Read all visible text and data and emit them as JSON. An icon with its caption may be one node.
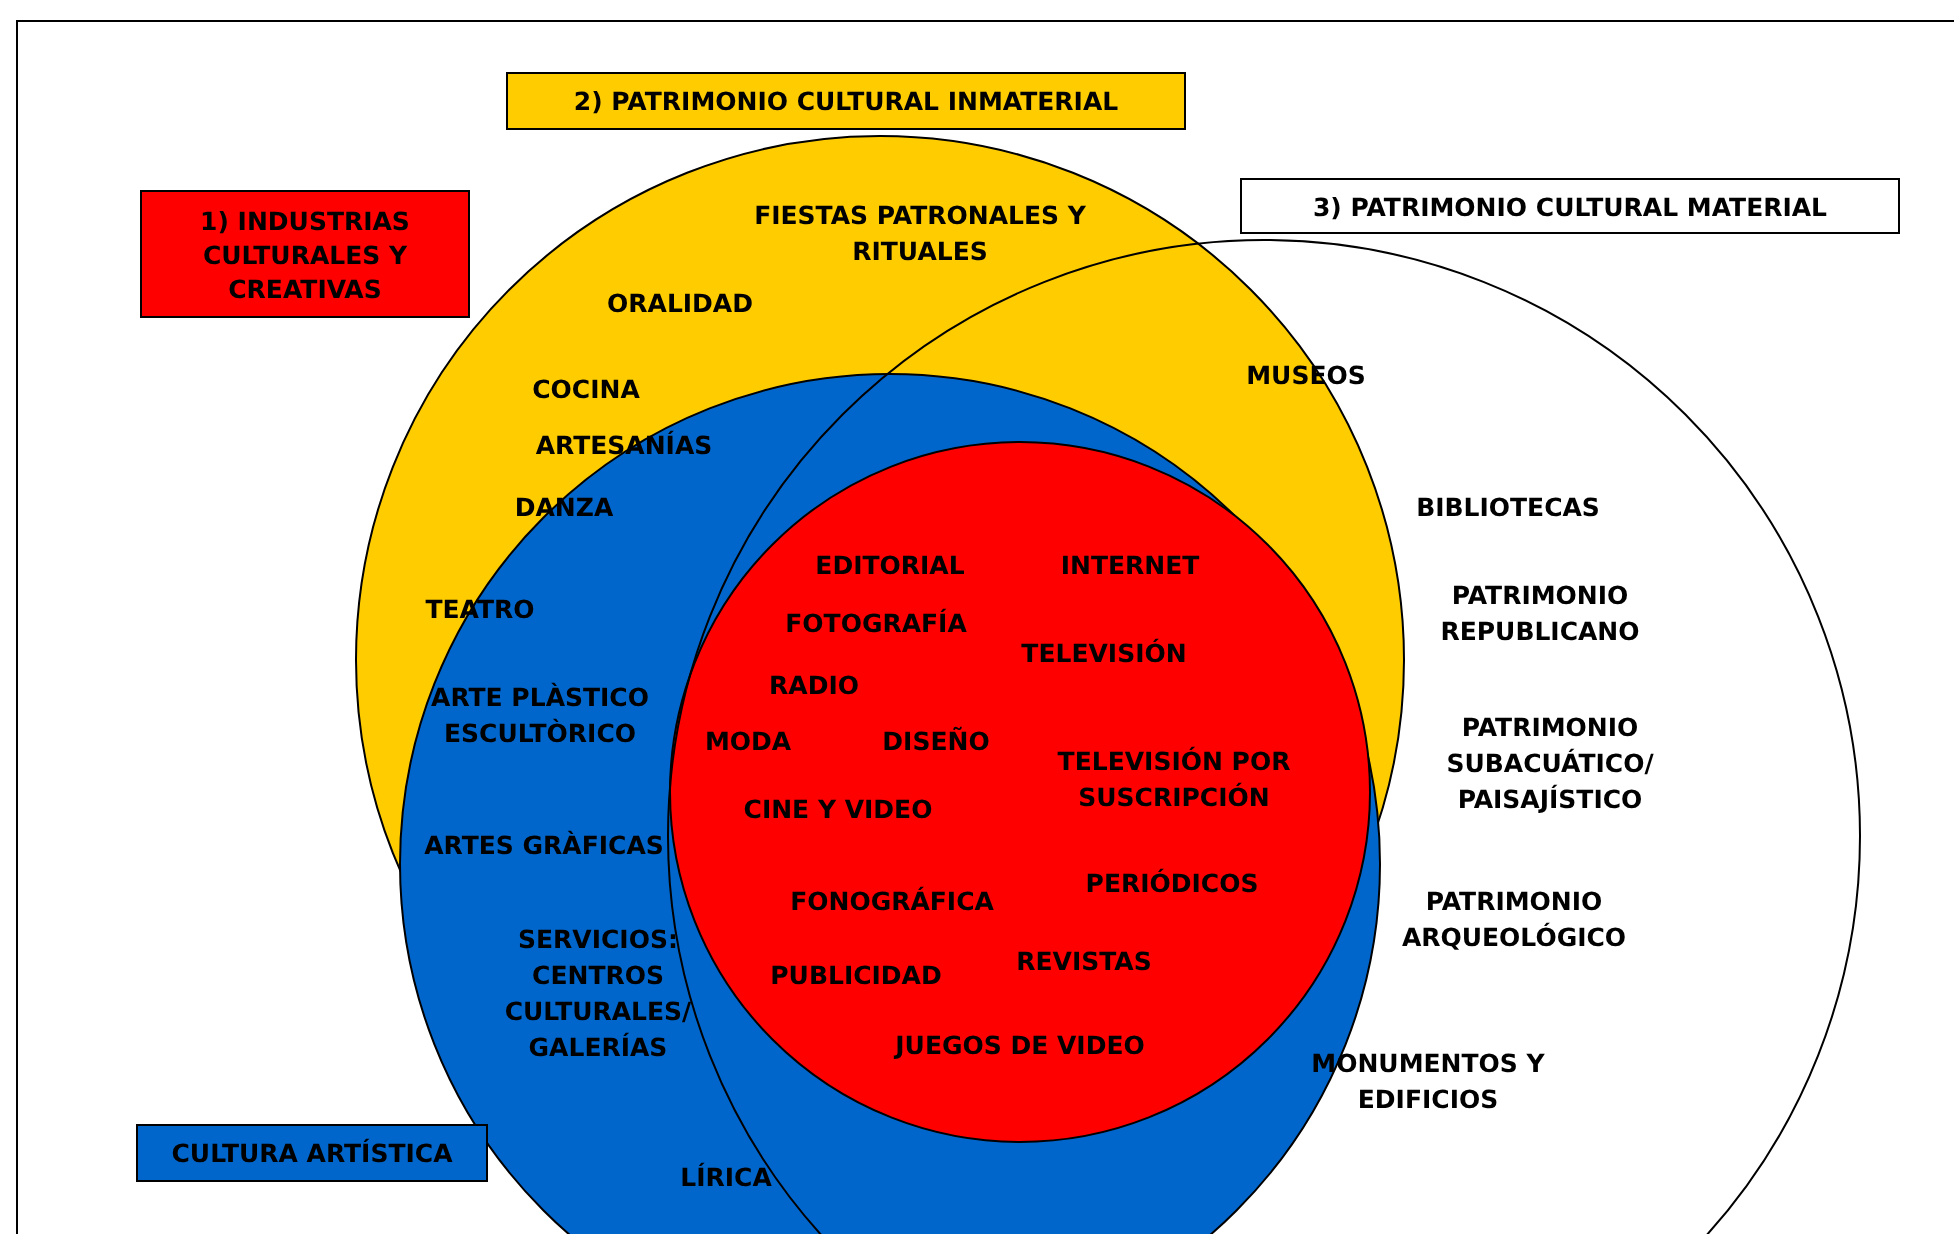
{
  "diagram": {
    "labels": [
      "FIESTAS PATRONALES Y RITUALES",
      "ORALIDAD",
      "MUSEOS",
      "COCINA",
      "ARTESANÍAS",
      "DANZA",
      "BIBLIOTECAS",
      "EDITORIAL",
      "INTERNET",
      "PATRIMONIO REPUBLICANO",
      "TEATRO",
      "FOTOGRAFÍA",
      "TELEVISIÓN",
      "RADIO",
      "ARTE PLÀSTICO ESCULTÒRICO",
      "MODA",
      "DISEÑO",
      "PATRIMONIO SUBACUÁTICO/ PAISAJÍSTICO",
      "TELEVISIÓN POR SUSCRIPCIÓN",
      "CINE Y VIDEO",
      "ARTES GRÀFICAS",
      "PERIÓDICOS",
      "FONOGRÁFICA",
      "PATRIMONIO ARQUEOLÓGICO",
      "REVISTAS",
      "SERVICIOS: CENTROS CULTURALES/ GALERÍAS",
      "PUBLICIDAD",
      "JUEGOS DE VIDEO",
      "MONUMENTOS Y EDIFICIOS",
      "LÍRICA"
    ],
    "legend": [
      {
        "text": "1) INDUSTRIAS CULTURALES Y CREATIVAS",
        "color": "#ff0000"
      },
      {
        "text": "2) PATRIMONIO CULTURAL INMATERIAL",
        "color": "#ffcc00"
      },
      {
        "text": "3) PATRIMONIO CULTURAL MATERIAL",
        "color": "#ffffff"
      },
      {
        "text": "CULTURA ARTÍSTICA",
        "color": "#0066cc"
      }
    ]
  }
}
